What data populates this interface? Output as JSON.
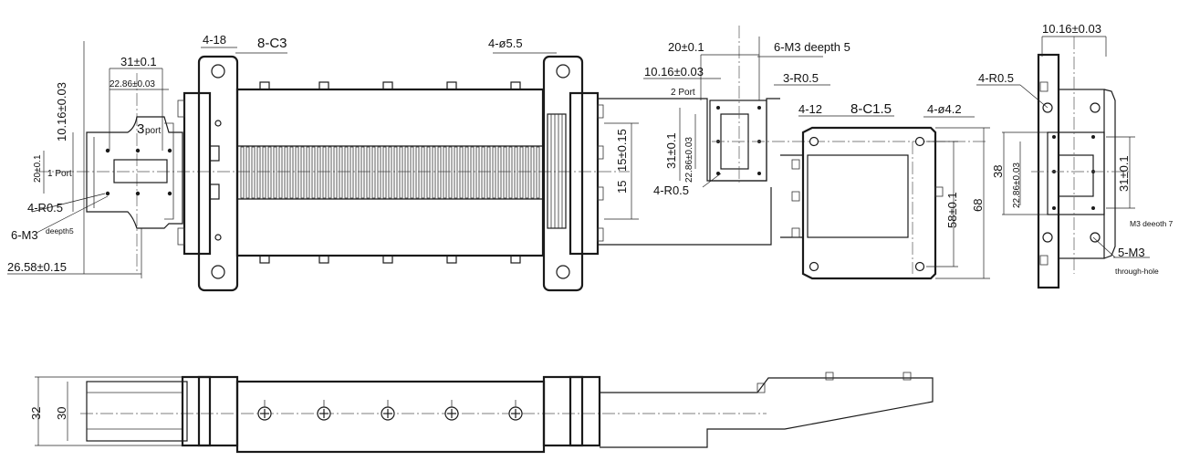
{
  "front_view": {
    "labels": {
      "port1": "1 Port",
      "port3_num": "3",
      "port3_word": "port",
      "dim_31": "31±0.1",
      "dim_2286": "22.86±0.03",
      "dim_1016_v": "10.16±0.03",
      "dim_20_v": "20±0.1",
      "r05": "4-R0.5",
      "m3": "6-M3",
      "m3_depth": "deepth5",
      "dim_2658": "26.58±0.15",
      "dim_4_18": "4-18",
      "dim_8_c3": "8-C3",
      "dim_4_55": "4-ø5.5",
      "dim_15_015": "15±0.15",
      "dim_15": "15"
    }
  },
  "port2_view": {
    "labels": {
      "dim_20": "20±0.1",
      "dim_1016": "10.16±0.03",
      "port2": "2 Port",
      "m3": "6-M3 deepth 5",
      "r05_3": "3-R0.5",
      "dim_31": "31±0.1",
      "dim_2286": "22.86±0.03",
      "r05_4": "4-R0.5",
      "dim_4_12": "4-12",
      "dim_8_c15": "8-C1.5",
      "dim_4_42": "4-ø4.2",
      "dim_58": "58±0.1",
      "dim_68": "68"
    }
  },
  "side_view": {
    "labels": {
      "dim_1016": "10.16±0.03",
      "r05": "4-R0.5",
      "dim_38": "38",
      "dim_2286": "22.86±0.03",
      "dim_31": "31±0.1",
      "m3_depth": "M3 deeoth 7",
      "m3_5": "5-M3",
      "through": "through-hole"
    }
  },
  "bottom_view": {
    "labels": {
      "dim_32": "32",
      "dim_30": "30"
    }
  }
}
